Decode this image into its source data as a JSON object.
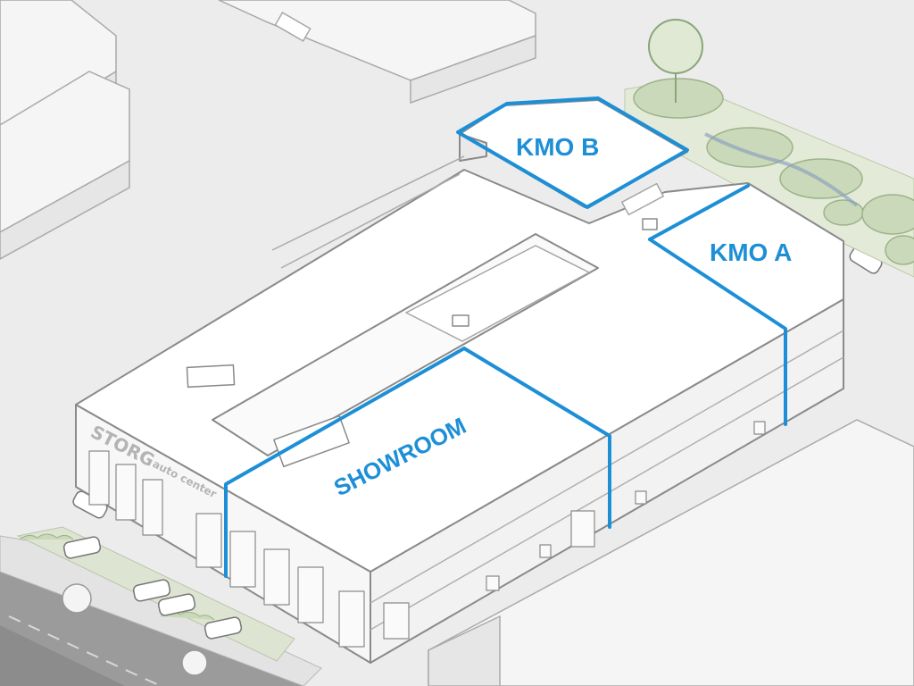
{
  "building": {
    "sign_main": "STORG",
    "sign_sub": "auto center"
  },
  "zones": {
    "showroom": "SHOWROOM",
    "kmo_a": "KMO A",
    "kmo_b": "KMO B"
  },
  "colors": {
    "zone_outline": "#1d8fd6",
    "background": "#ececec",
    "building_roof": "#ffffff",
    "building_wall": "#f7f7f7",
    "linework": "#8a8a8a",
    "greenery": "#c9d9b9"
  }
}
